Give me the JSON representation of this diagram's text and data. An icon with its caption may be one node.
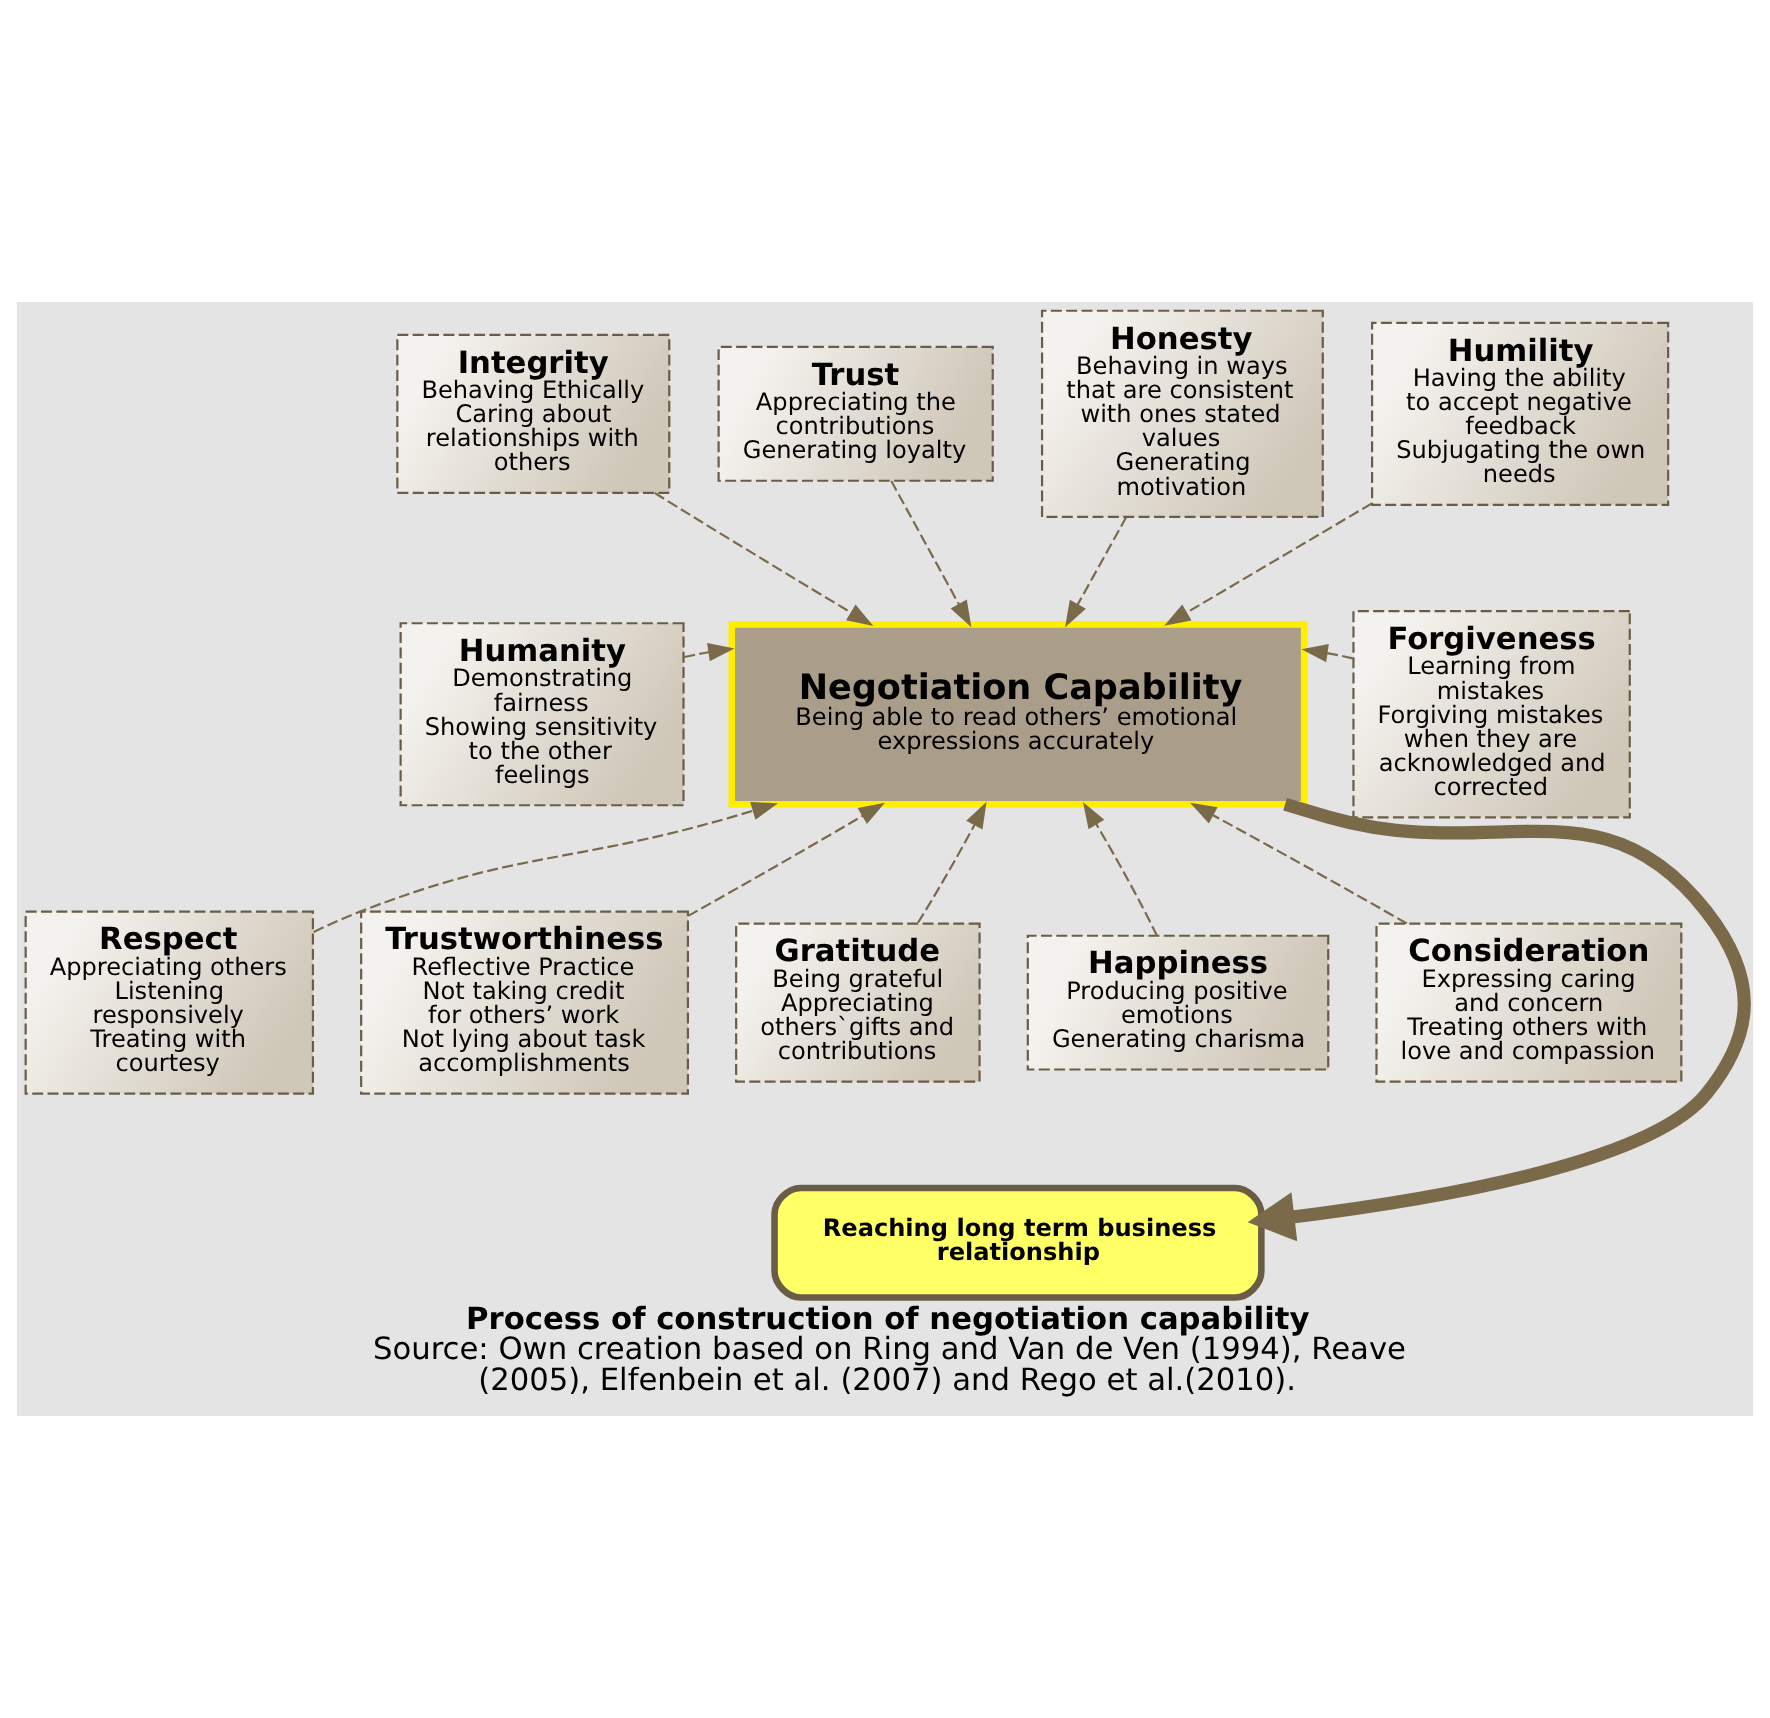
{
  "diagram": {
    "title": "Process of construction of negotiation capability",
    "caption": "Source: Own creation based on Ring and Van de Ven (1994), Reave (2005), Elfenbein et al. (2007) and Rego et al.(2010).",
    "nodes": [
      {
        "text": [
          "Integrity",
          "Behaving Ethically",
          "Caring about relationships with others"
        ]
      },
      {
        "text": [
          "Trust",
          "Appreciating the contributions",
          "Generating loyalty"
        ]
      },
      {
        "text": [
          "Honesty",
          "Behaving in ways that are consistent with ones stated values",
          "Generating motivation"
        ]
      },
      {
        "text": [
          "Humility",
          "Having the ability to accept negative feedback",
          "Subjugating the own needs"
        ]
      },
      {
        "text": [
          "Humanity",
          "Demonstrating fairness",
          "Showing sensitivity to the other feelings"
        ]
      },
      {
        "text": [
          "Negotiation Capability",
          "Being able to read others’ emotional expressions accurately"
        ]
      },
      {
        "text": [
          "Forgiveness",
          "Learning from mistakes",
          "Forgiving mistakes when they are acknowledged and corrected"
        ]
      },
      {
        "text": [
          "Respect",
          "Appreciating others",
          "Listening responsively",
          "Treating with courtesy"
        ]
      },
      {
        "text": [
          "Trustworthiness",
          "Reflective Practice",
          "Not taking credit for others’ work",
          "Not lying about task accomplishments"
        ]
      },
      {
        "text": [
          "Gratitude",
          "Being grateful",
          "Appreciating others`gifts and contributions"
        ]
      },
      {
        "text": [
          "Happiness",
          "Producing positive emotions",
          "Generating charisma"
        ]
      },
      {
        "text": [
          "Consideration",
          "Expressing caring and concern",
          "Treating others with love and compassion"
        ]
      },
      {
        "text": [
          "Reaching long term business relationship"
        ]
      }
    ],
    "edges": [
      {
        "from": 0,
        "to": 5,
        "arrow": "to",
        "style": "dashed"
      },
      {
        "from": 1,
        "to": 5,
        "arrow": "to",
        "style": "dashed"
      },
      {
        "from": 2,
        "to": 5,
        "arrow": "to",
        "style": "dashed"
      },
      {
        "from": 3,
        "to": 5,
        "arrow": "to",
        "style": "dashed"
      },
      {
        "from": 4,
        "to": 5,
        "arrow": "to",
        "style": "dashed"
      },
      {
        "from": 6,
        "to": 5,
        "arrow": "to",
        "style": "dashed"
      },
      {
        "from": 7,
        "to": 5,
        "arrow": "to",
        "style": "dashed"
      },
      {
        "from": 8,
        "to": 5,
        "arrow": "to",
        "style": "dashed"
      },
      {
        "from": 9,
        "to": 5,
        "arrow": "to",
        "style": "dashed"
      },
      {
        "from": 10,
        "to": 5,
        "arrow": "to",
        "style": "dashed"
      },
      {
        "from": 11,
        "to": 5,
        "arrow": "to",
        "style": "dashed"
      },
      {
        "from": 5,
        "to": 12,
        "arrow": "to",
        "style": "thick"
      }
    ]
  }
}
